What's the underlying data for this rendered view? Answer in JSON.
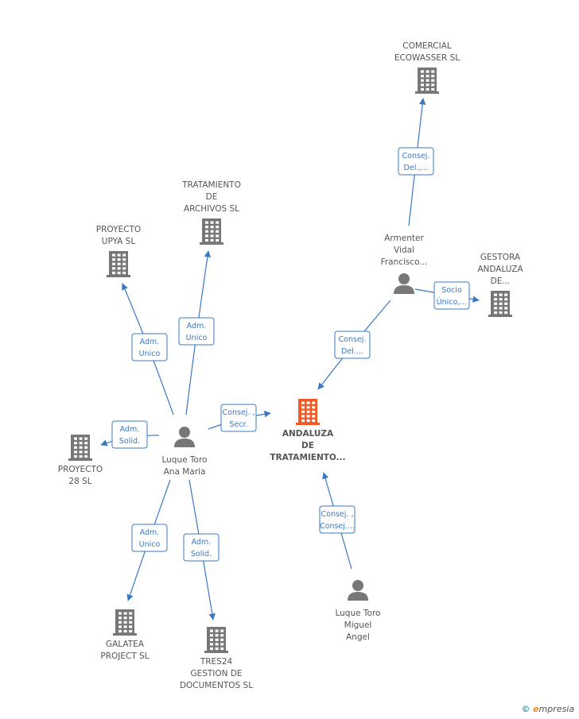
{
  "colors": {
    "edge": "#3a78c2",
    "company": "#777777",
    "focus_company": "#f05a28",
    "person": "#777777"
  },
  "nodes": [
    {
      "id": "andaluza",
      "type": "company",
      "focus": true,
      "lines": [
        "ANDALUZA",
        "DE",
        "TRATAMIENTO..."
      ]
    },
    {
      "id": "luque_ana",
      "type": "person",
      "lines": [
        "Luque Toro",
        "Ana Maria"
      ]
    },
    {
      "id": "armenter",
      "type": "person",
      "lines": [
        "Armenter",
        "Vidal",
        "Francisco..."
      ]
    },
    {
      "id": "luque_miguel",
      "type": "person",
      "lines": [
        "Luque Toro",
        "Miguel",
        "Angel"
      ]
    },
    {
      "id": "comercial",
      "type": "company",
      "lines": [
        "COMERCIAL",
        "ECOWASSER SL"
      ]
    },
    {
      "id": "gestora",
      "type": "company",
      "lines": [
        "GESTORA",
        "ANDALUZA",
        "DE..."
      ]
    },
    {
      "id": "tratamiento_archivos",
      "type": "company",
      "lines": [
        "TRATAMIENTO",
        "DE",
        "ARCHIVOS SL"
      ]
    },
    {
      "id": "proyecto_upya",
      "type": "company",
      "lines": [
        "PROYECTO",
        "UPYA SL"
      ]
    },
    {
      "id": "proyecto_28",
      "type": "company",
      "lines": [
        "PROYECTO",
        "28 SL"
      ]
    },
    {
      "id": "galatea",
      "type": "company",
      "lines": [
        "GALATEA",
        "PROJECT SL"
      ]
    },
    {
      "id": "tres24",
      "type": "company",
      "lines": [
        "TRES24",
        "GESTION DE",
        "DOCUMENTOS SL"
      ]
    }
  ],
  "edges": [
    {
      "from": "armenter",
      "to": "comercial",
      "role": [
        "Consej.",
        "Del.,..."
      ]
    },
    {
      "from": "armenter",
      "to": "gestora",
      "role": [
        "Socio",
        "Único,..."
      ]
    },
    {
      "from": "armenter",
      "to": "andaluza",
      "role": [
        "Consej.",
        "Del...."
      ]
    },
    {
      "from": "luque_ana",
      "to": "andaluza",
      "role": [
        "Consej. ,",
        "Secr."
      ]
    },
    {
      "from": "luque_ana",
      "to": "tratamiento_archivos",
      "role": [
        "Adm.",
        "Unico"
      ]
    },
    {
      "from": "luque_ana",
      "to": "proyecto_upya",
      "role": [
        "Adm.",
        "Unico"
      ]
    },
    {
      "from": "luque_ana",
      "to": "proyecto_28",
      "role": [
        "Adm.",
        "Solid."
      ]
    },
    {
      "from": "luque_ana",
      "to": "galatea",
      "role": [
        "Adm.",
        "Unico"
      ]
    },
    {
      "from": "luque_ana",
      "to": "tres24",
      "role": [
        "Adm.",
        "Solid."
      ]
    },
    {
      "from": "luque_miguel",
      "to": "andaluza",
      "role": [
        "Consej. ,",
        "Consej...."
      ]
    }
  ],
  "footer": {
    "copyright": "©",
    "brand_initial": "e",
    "brand_rest": "mpresia"
  }
}
